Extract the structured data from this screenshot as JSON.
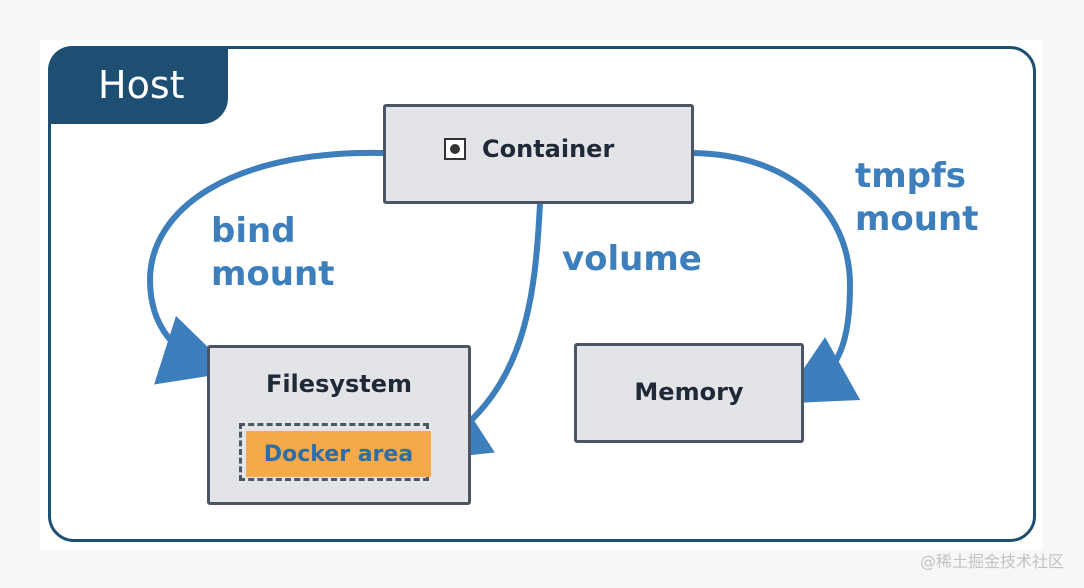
{
  "host": {
    "label": "Host"
  },
  "nodes": {
    "container": "Container",
    "filesystem": "Filesystem",
    "docker_area": "Docker area",
    "memory": "Memory"
  },
  "edges": {
    "bind_line1": "bind",
    "bind_line2": "mount",
    "volume": "volume",
    "tmpfs_line1": "tmpfs",
    "tmpfs_line2": "mount"
  },
  "icons": {
    "container_icon": "container-icon"
  },
  "colors": {
    "host_frame": "#1f4e73",
    "arrow": "#3d7ebc",
    "node_fill": "#e3e4e8",
    "docker_area_fill": "#f5a94a",
    "docker_area_text": "#2d6ea6"
  },
  "watermark": "@稀土掘金技术社区"
}
